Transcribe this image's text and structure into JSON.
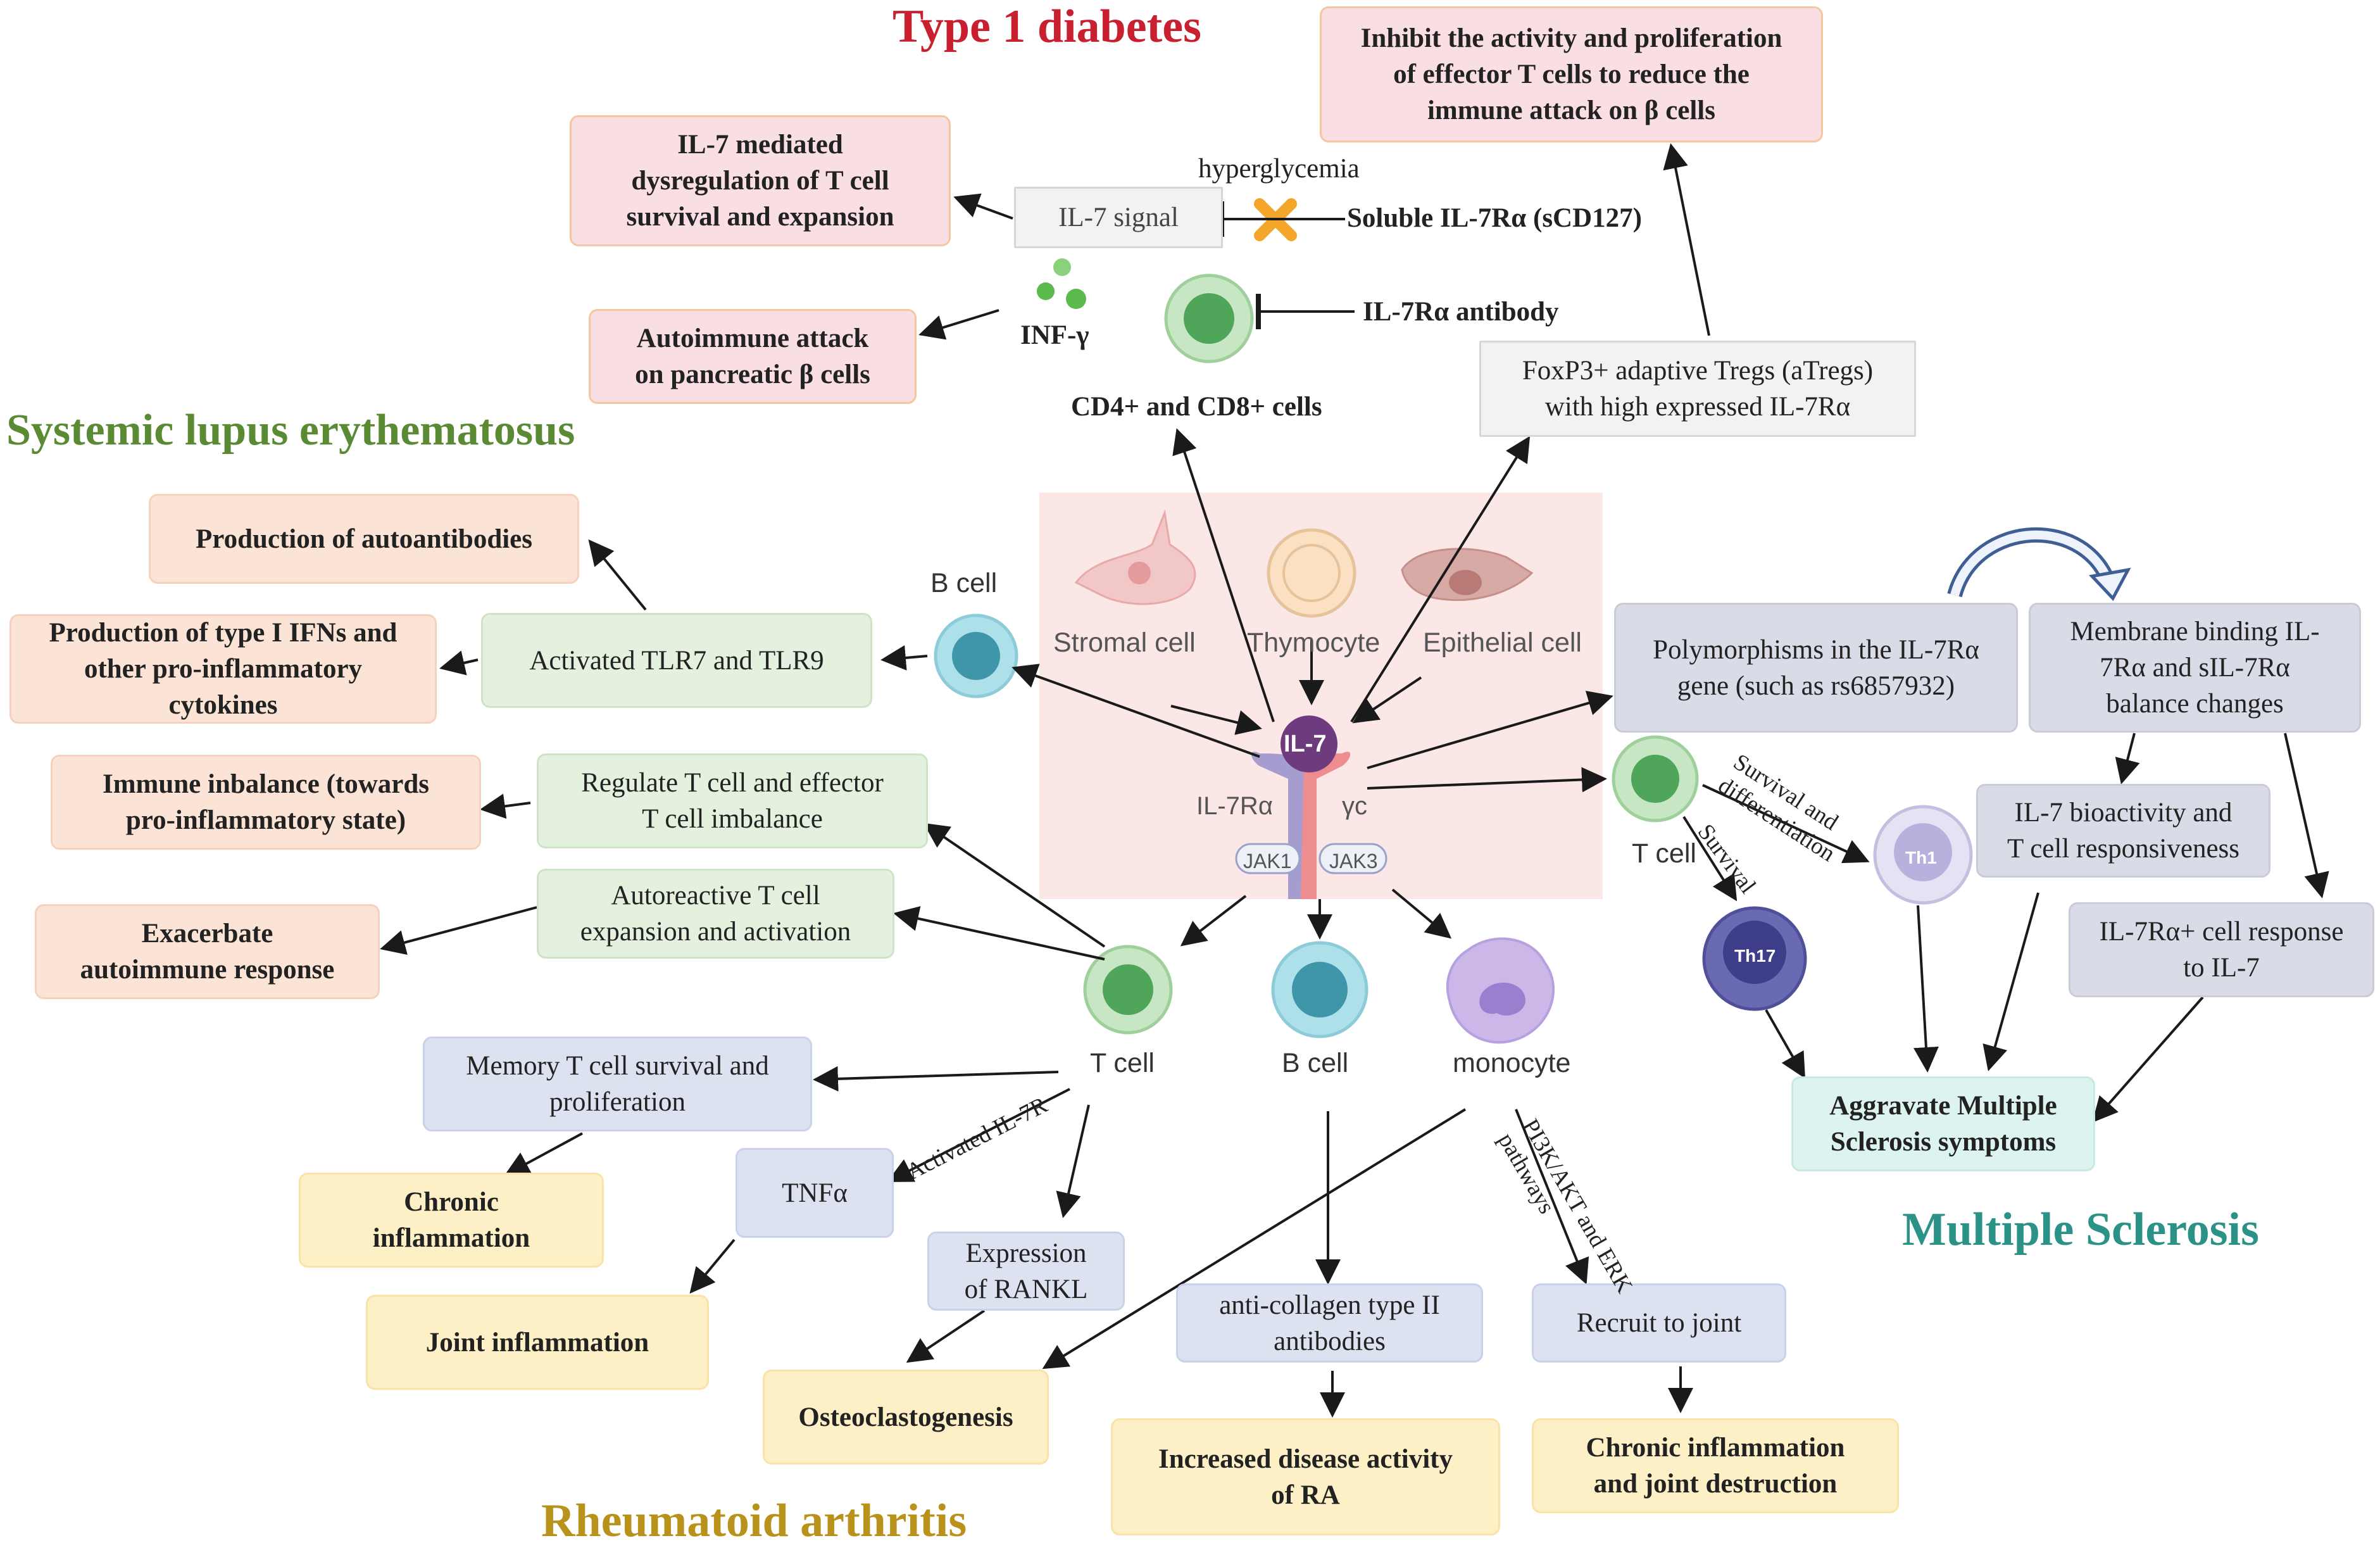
{
  "titles": {
    "type1_diabetes": "Type 1 diabetes",
    "sle": "Systemic lupus erythematosus",
    "multiple_sclerosis": "Multiple Sclerosis",
    "rheumatoid_arthritis": "Rheumatoid arthritis"
  },
  "colors": {
    "t1d": "#c8202f",
    "sle": "#5a8a33",
    "ms": "#2a9287",
    "ra": "#b8921a"
  },
  "t1d": {
    "inhibit_effector": "Inhibit the activity and proliferation\nof effector T cells to reduce the\nimmune attack on β cells",
    "il7_dysregulation": "IL-7 mediated\ndysregulation of T cell\nsurvival and expansion",
    "hyperglycemia": "hyperglycemia",
    "il7_signal": "IL-7 signal",
    "soluble_il7ra": "Soluble IL-7Rα (sCD127)",
    "infg": "INF-γ",
    "il7ra_antibody": "IL-7Rα antibody",
    "autoimmune_attack": "Autoimmune attack\non pancreatic β cells",
    "atregs": "FoxP3+ adaptive Tregs (aTregs)\nwith high expressed IL-7Rα",
    "cd4_cd8": "CD4+ and CD8+ cells"
  },
  "center": {
    "stromal": "Stromal cell",
    "thymocyte": "Thymocyte",
    "epithelial": "Epithelial cell",
    "il7": "IL-7",
    "il7ra": "IL-7Rα",
    "gc": "γc",
    "jak1": "JAK1",
    "jak3": "JAK3",
    "t_cell": "T cell",
    "b_cell": "B cell",
    "monocyte": "monocyte",
    "b_cell_top": "B cell"
  },
  "sle": {
    "autoantibodies": "Production of autoantibodies",
    "ifns": "Production of type I IFNs and\nother pro-inflammatory\ncytokines",
    "tlr": "Activated TLR7 and TLR9",
    "imbalance": "Immune inbalance (towards\npro-inflammatory state)",
    "regulate": "Regulate T cell and effector\nT cell imbalance",
    "exacerbate": "Exacerbate\nautoimmune response",
    "autoreactive": "Autoreactive T cell\nexpansion and activation"
  },
  "ms": {
    "polymorphisms": "Polymorphisms in the IL-7Rα\ngene (such as rs6857932)",
    "membrane": "Membrane binding IL-\n7Rα and sIL-7Rα\nbalance changes",
    "bioactivity": "IL-7 bioactivity and\nT cell responsiveness",
    "response": "IL-7Rα+ cell response\nto IL-7",
    "aggravate": "Aggravate Multiple\nSclerosis symptoms",
    "t_cell": "T cell",
    "th1": "Th1",
    "th17": "Th17",
    "survival_diff": "Survival and\ndifferentiation",
    "survival": "Survival"
  },
  "ra": {
    "memory": "Memory T cell survival and\nproliferation",
    "chronic": "Chronic\ninflammation",
    "tnfa": "TNFα",
    "activated_il7r": "Activated IL-7R",
    "joint": "Joint inflammation",
    "rankl": "Expression\nof RANKL",
    "osteo": "Osteoclastogenesis",
    "anticollagen": "anti-collagen type II\nantibodies",
    "increased": "Increased disease activity\nof RA",
    "recruit": "Recruit to joint",
    "chronic_joint": "Chronic inflammation\nand joint destruction",
    "pi3k": "PI3K/AKT and ERK\npathways"
  }
}
